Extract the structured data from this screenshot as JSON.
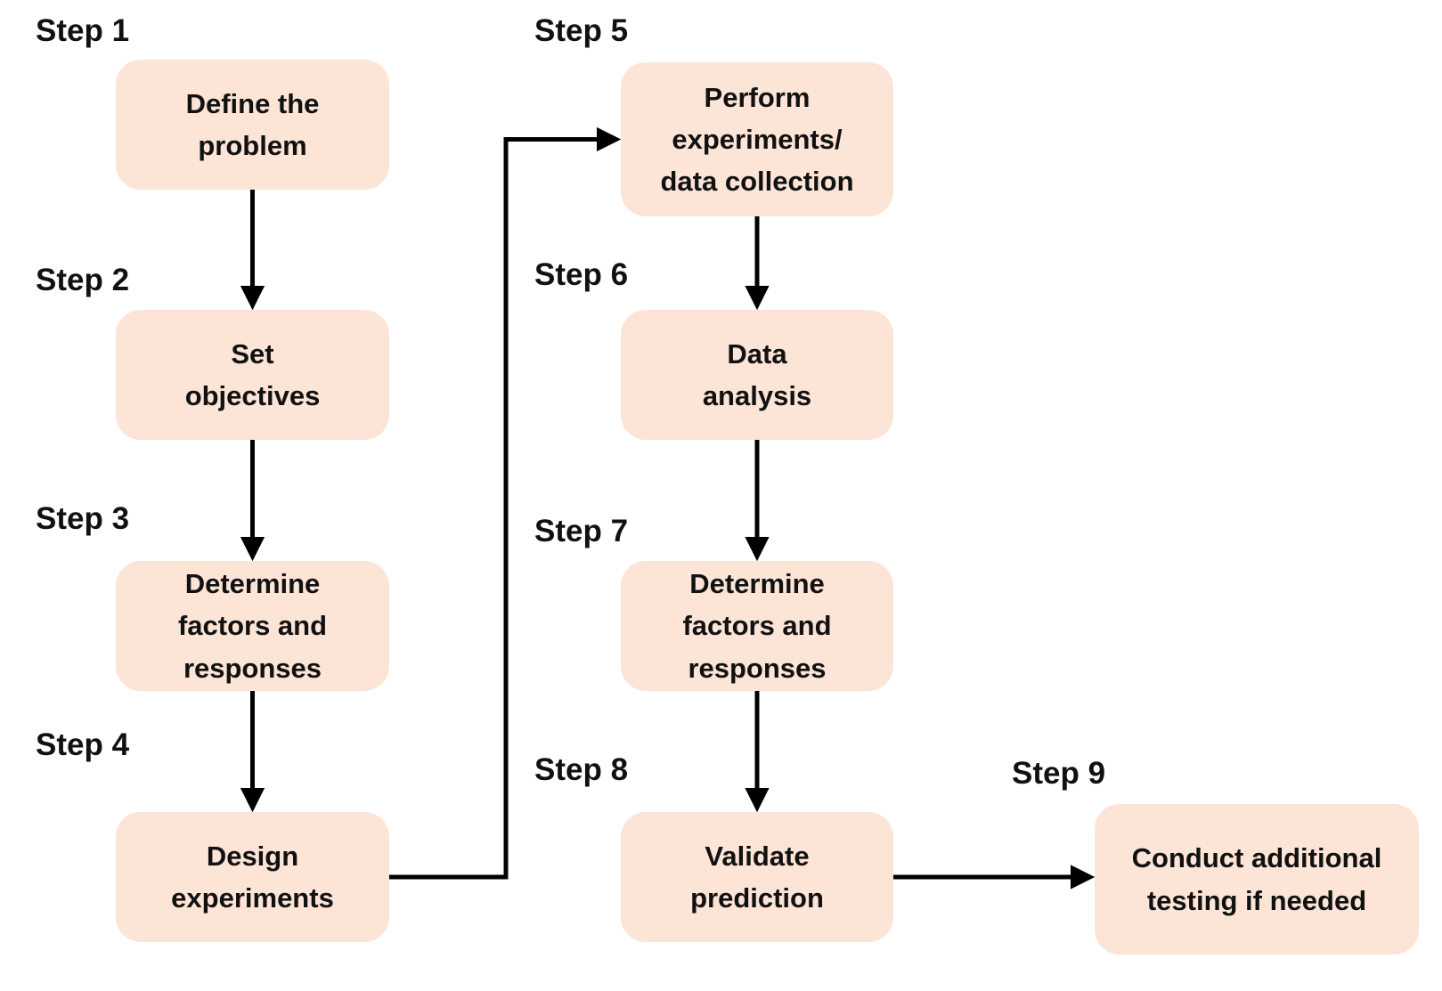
{
  "diagram": {
    "type": "flowchart",
    "colors": {
      "node_fill": "#fce4d6",
      "node_text": "#111111",
      "step_label_text": "#111111",
      "arrow": "#000000",
      "background": "#ffffff"
    },
    "nodes": [
      {
        "id": "step-1",
        "step_label": "Step 1",
        "text": "Define the\nproblem"
      },
      {
        "id": "step-2",
        "step_label": "Step 2",
        "text": "Set\nobjectives"
      },
      {
        "id": "step-3",
        "step_label": "Step 3",
        "text": "Determine\nfactors and\nresponses"
      },
      {
        "id": "step-4",
        "step_label": "Step 4",
        "text": "Design\nexperiments"
      },
      {
        "id": "step-5",
        "step_label": "Step 5",
        "text": "Perform\nexperiments/\ndata collection"
      },
      {
        "id": "step-6",
        "step_label": "Step 6",
        "text": "Data\nanalysis"
      },
      {
        "id": "step-7",
        "step_label": "Step 7",
        "text": "Determine\nfactors and\nresponses"
      },
      {
        "id": "step-8",
        "step_label": "Step 8",
        "text": "Validate\nprediction"
      },
      {
        "id": "step-9",
        "step_label": "Step 9",
        "text": "Conduct additional\ntesting if needed"
      }
    ],
    "edges": [
      {
        "from": "step-1",
        "to": "step-2",
        "route": "vertical"
      },
      {
        "from": "step-2",
        "to": "step-3",
        "route": "vertical"
      },
      {
        "from": "step-3",
        "to": "step-4",
        "route": "vertical"
      },
      {
        "from": "step-4",
        "to": "step-5",
        "route": "elbow"
      },
      {
        "from": "step-5",
        "to": "step-6",
        "route": "vertical"
      },
      {
        "from": "step-6",
        "to": "step-7",
        "route": "vertical"
      },
      {
        "from": "step-7",
        "to": "step-8",
        "route": "vertical"
      },
      {
        "from": "step-8",
        "to": "step-9",
        "route": "horizontal"
      }
    ]
  }
}
